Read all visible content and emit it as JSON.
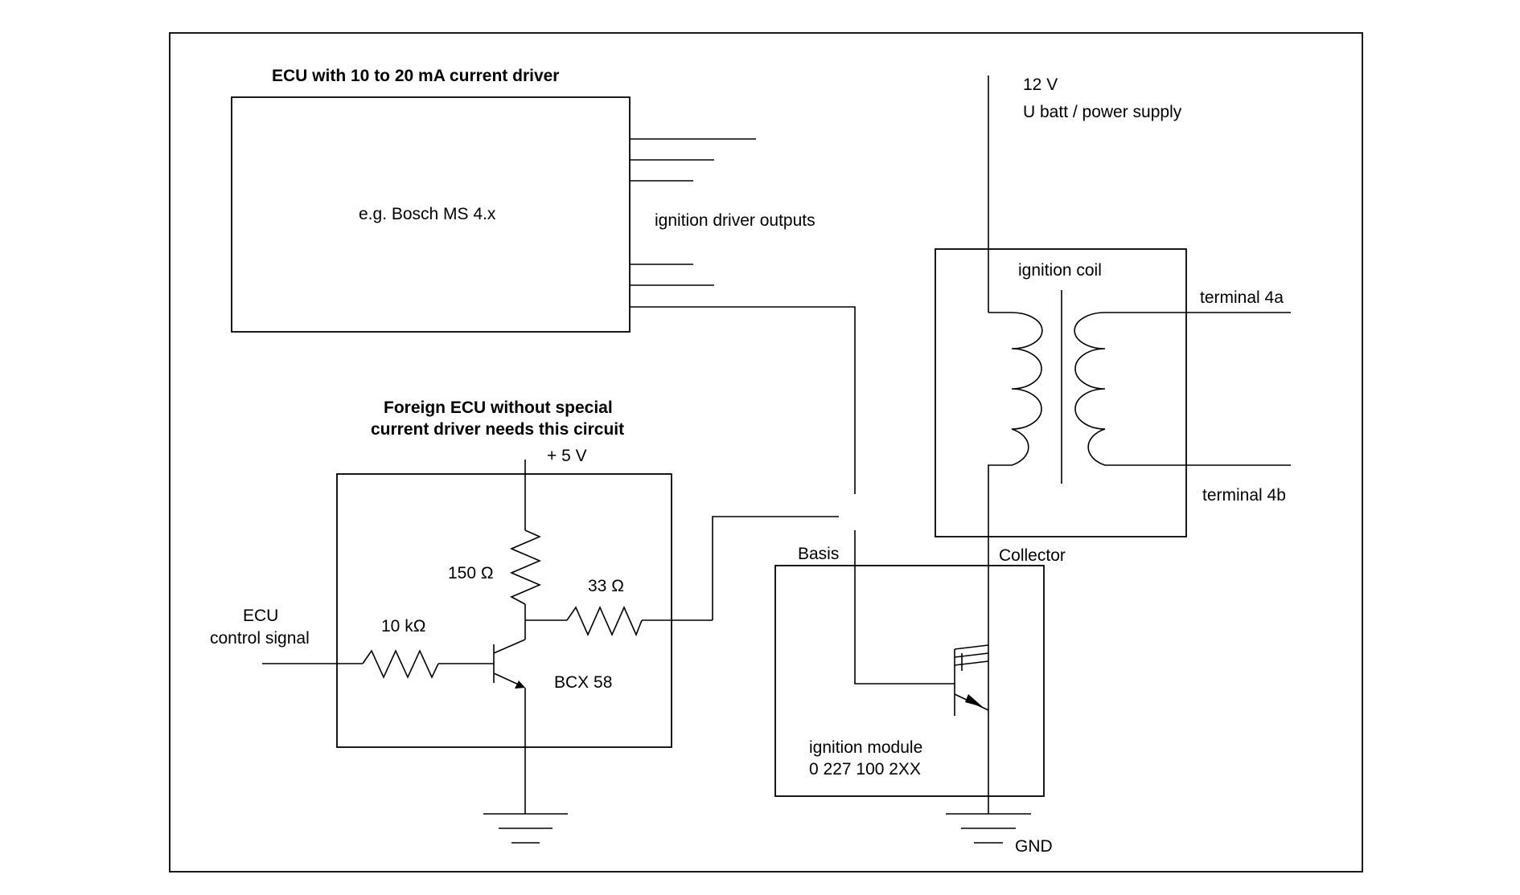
{
  "diagram": {
    "ecu": {
      "title": "ECU with 10 to 20 mA current driver",
      "example": "e.g. Bosch MS 4.x",
      "outputs_label": "ignition driver outputs"
    },
    "foreign": {
      "title_line1": "Foreign ECU without special",
      "title_line2": "current driver needs this circuit",
      "supply": "+ 5 V",
      "r_collector": "150 Ω",
      "r_output": "33 Ω",
      "r_base": "10 kΩ",
      "transistor": "BCX 58",
      "input_line1": "ECU",
      "input_line2": "control signal"
    },
    "power": {
      "line1": "12 V",
      "line2": "U batt / power supply"
    },
    "coil": {
      "label": "ignition coil",
      "terminal_a": "terminal 4a",
      "terminal_b": "terminal 4b"
    },
    "module": {
      "basis": "Basis",
      "collector": "Collector",
      "label_line1": "ignition module",
      "label_line2": "0 227 100 2XX"
    },
    "ground": "GND"
  }
}
